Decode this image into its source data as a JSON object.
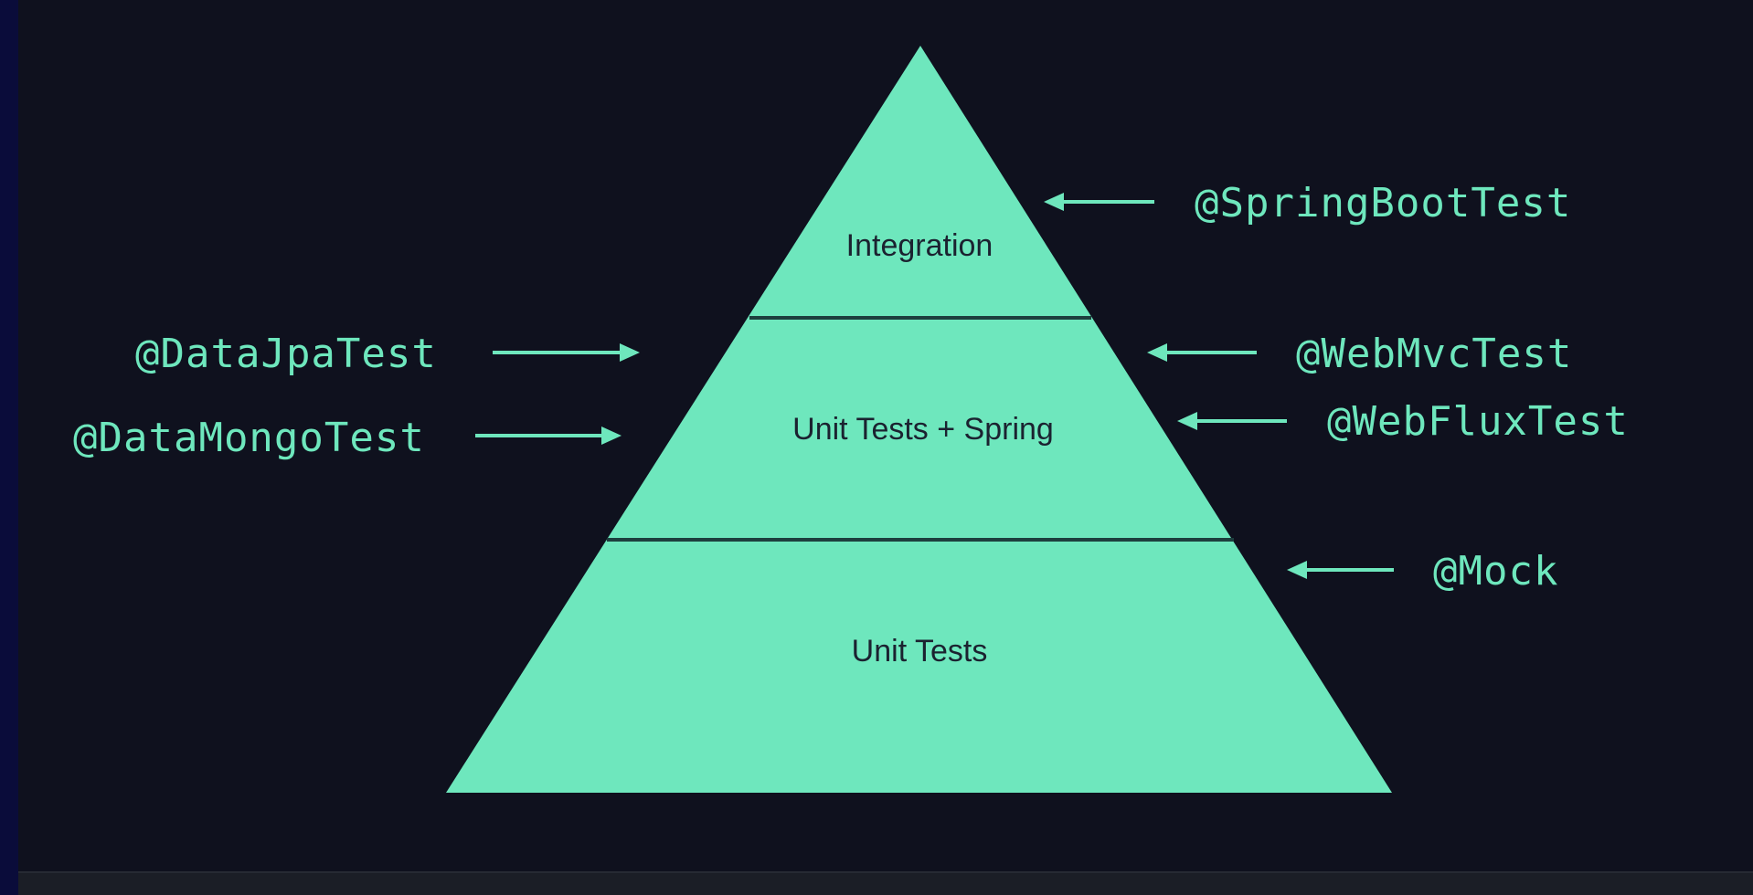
{
  "pyramid": {
    "fill_color": "#6ee7bd",
    "layers": [
      {
        "label": "Integration"
      },
      {
        "label": "Unit Tests + Spring"
      },
      {
        "label": "Unit Tests"
      }
    ]
  },
  "annotations": {
    "spring_boot_test": "@SpringBootTest",
    "data_jpa_test": "@DataJpaTest",
    "data_mongo_test": "@DataMongoTest",
    "web_mvc_test": "@WebMvcTest",
    "web_flux_test": "@WebFluxTest",
    "mock": "@Mock"
  },
  "colors": {
    "background": "#0f111e",
    "accent": "#6ee7bd"
  }
}
